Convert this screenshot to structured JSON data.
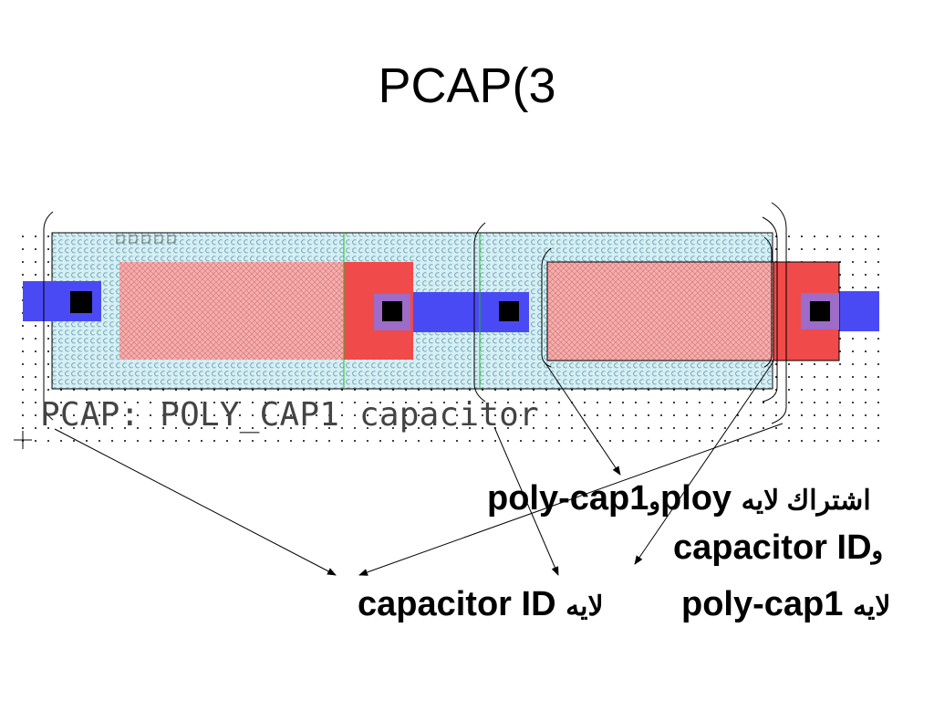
{
  "slide": {
    "title": "PCAP(3"
  },
  "layout_view": {
    "cell_label": "PCAP: POLY_CAP1 capacitor",
    "fill_glyph": "c",
    "colors": {
      "background": "#ffffff",
      "grid_dot": "#000000",
      "poly_cap_fill": "#cfe8f0",
      "poly_cap_text": "#6aa6b2",
      "poly_fill": "#f2a6a6",
      "poly_hatch": "#e06a6a",
      "red_block": "#f04a4a",
      "metal1": "#4a4af5",
      "via_purple": "#9c6cc8",
      "contact": "#000000",
      "outline": "#000000",
      "green_line": "#22bb22"
    }
  },
  "annotations": {
    "line1_ar": "اشتراك لايه",
    "line1_terms": "poly-cap1",
    "line1_and": "و",
    "line1_ploy": "ploy",
    "line2_and": "و",
    "line2_term": "capacitor ID",
    "line3_right_ar": "لايه",
    "line3_right_term": "poly-cap1",
    "line3_left_ar": "لايه",
    "line3_left_term": "capacitor ID"
  }
}
